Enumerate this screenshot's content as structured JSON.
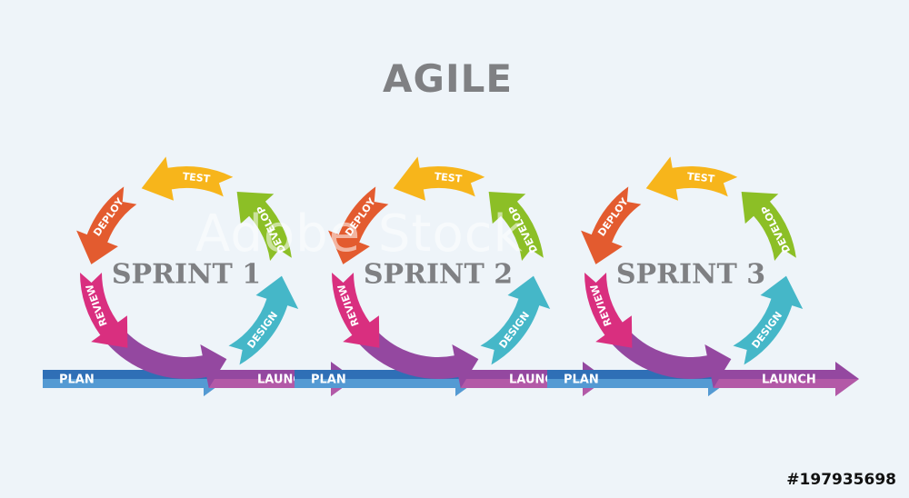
{
  "title": "AGILE",
  "stock_id": "#197935698",
  "watermark": "Adobe Stock",
  "colors": {
    "background": "#eef4f9",
    "test": "#f7b51b",
    "deploy": "#e35b2f",
    "review": "#d92f7f",
    "plan": "#2f6fb6",
    "plan_light": "#62a8dc",
    "launch": "#9448a0",
    "launch_light": "#bd5fa9",
    "design": "#45b7c8",
    "develop": "#8cbf26",
    "sprint_text": "#7f8083"
  },
  "sprints": [
    {
      "label": "SPRINT 1",
      "stages": {
        "test": "TEST",
        "deploy": "DEPLOY",
        "review": "REVIEW",
        "design": "DESIGN",
        "develop": "DEVELOP"
      },
      "plan": "PLAN",
      "launch": "LAUNCH"
    },
    {
      "label": "SPRINT 2",
      "stages": {
        "test": "TEST",
        "deploy": "DEPLOY",
        "review": "REVIEW",
        "design": "DESIGN",
        "develop": "DEVELOP"
      },
      "plan": "PLAN",
      "launch": "LAUNCH"
    },
    {
      "label": "SPRINT 3",
      "stages": {
        "test": "TEST",
        "deploy": "DEPLOY",
        "review": "REVIEW",
        "design": "DESIGN",
        "develop": "DEVELOP"
      },
      "plan": "PLAN",
      "launch": "LAUNCH"
    }
  ]
}
